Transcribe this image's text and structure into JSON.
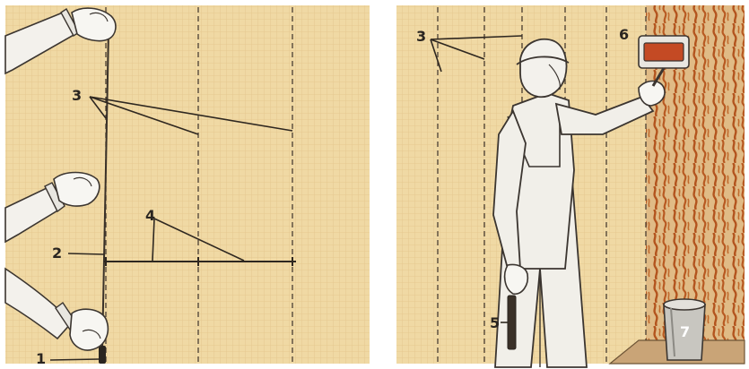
{
  "colors": {
    "wall_base": "#f0d9a4",
    "wall_grid": "#e3c48a",
    "plumb_line": "#3a3128",
    "dashed_line": "#4a3f33",
    "leader_line": "#2e2720",
    "sleeve": "#f3f1ec",
    "glove": "#f7f6f2",
    "outline": "#3b3530",
    "overalls": "#f1efe9",
    "wallpaper_base": "#d9b27c",
    "wallpaper_pattern": "#b3541e",
    "roller_frame": "#e8e6e0",
    "roller_body": "#c44a24",
    "bucket": "#c8c6c0",
    "floor": "#c9a477"
  },
  "left_panel": {
    "labels": {
      "plumb_weight": "1",
      "plumb_line": "2",
      "vertical_marks": "3",
      "sheet_width": "4"
    }
  },
  "right_panel": {
    "labels": {
      "vertical_marks": "3",
      "plumb_tool": "5",
      "roller": "6",
      "bucket": "7"
    }
  }
}
